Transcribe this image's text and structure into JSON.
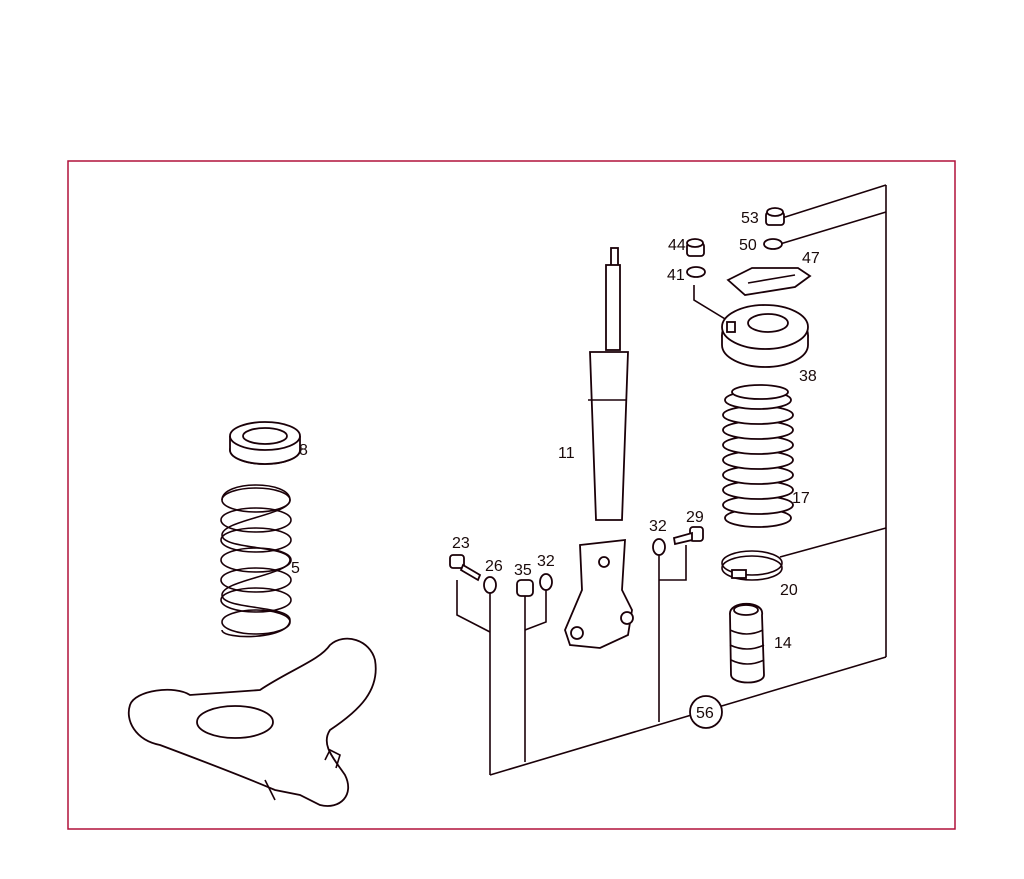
{
  "frame_color": "#b0103a",
  "line_color": "#1a0008",
  "labels": {
    "p53": "53",
    "p50": "50",
    "p44": "44",
    "p41": "41",
    "p47": "47",
    "p38": "38",
    "p11": "11",
    "p8": "8",
    "p17": "17",
    "p5": "5",
    "p23": "23",
    "p26": "26",
    "p35": "35",
    "p32a": "32",
    "p32b": "32",
    "p29": "29",
    "p20": "20",
    "p14": "14",
    "p56": "56"
  }
}
